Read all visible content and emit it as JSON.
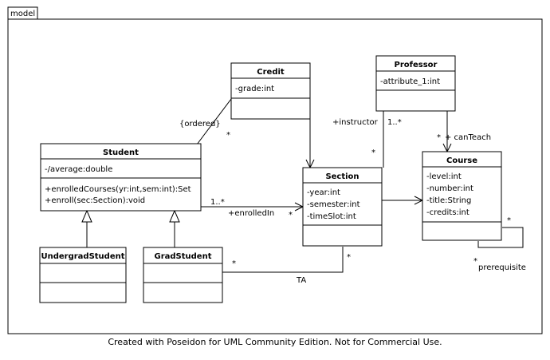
{
  "package": {
    "name": "model"
  },
  "classes": {
    "credit": {
      "name": "Credit",
      "attributes": [
        "-grade:int"
      ],
      "operations": []
    },
    "professor": {
      "name": "Professor",
      "attributes": [
        "-attribute_1:int"
      ],
      "operations": []
    },
    "student": {
      "name": "Student",
      "attributes": [
        "-/average:double"
      ],
      "operations": [
        "+enrolledCourses(yr:int,sem:int):Set",
        "+enroll(sec:Section):void"
      ]
    },
    "section": {
      "name": "Section",
      "attributes": [
        "-year:int",
        "-semester:int",
        "-timeSlot:int"
      ],
      "operations": []
    },
    "course": {
      "name": "Course",
      "attributes": [
        "-level:int",
        "-number:int",
        "-title:String",
        "-credits:int"
      ],
      "operations": []
    },
    "undergrad": {
      "name": "UndergradStudent",
      "attributes": [],
      "operations": []
    },
    "grad": {
      "name": "GradStudent",
      "attributes": [],
      "operations": []
    }
  },
  "labels": {
    "ordered": "{ordered}",
    "credit_student_mult": "*",
    "instructor_role": "+instructor",
    "instructor_mult": "1..*",
    "instructor_section_mult": "*",
    "canteach_mult": "*",
    "canteach_role": "+ canTeach",
    "enrolled_mult": "1..*",
    "enrolled_role": "+enrolledIn",
    "enrolled_section_mult": "*",
    "ta_grad_mult": "*",
    "ta_section_mult": "*",
    "ta_name": "TA",
    "prereq_mult_top": "*",
    "prereq_mult_bottom": "*",
    "prereq_role": "prerequisite"
  },
  "footer": "Created with Poseidon for UML Community Edition. Not for Commercial Use."
}
